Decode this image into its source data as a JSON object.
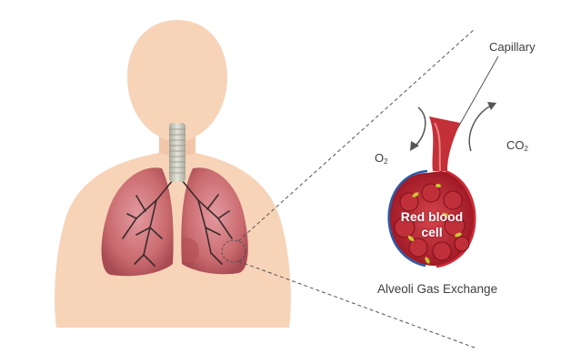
{
  "labels": {
    "capillary": "Capillary",
    "oxygen": "O",
    "oxygen_sub": "2",
    "carbon_dioxide": "CO",
    "carbon_dioxide_sub": "2",
    "red_blood_cell_line1": "Red blood",
    "red_blood_cell_line2": "cell",
    "caption": "Alveoli Gas Exchange"
  },
  "colors": {
    "skin": "#f7d3b8",
    "lung": "#c96a6e",
    "trachea": "#c9c9bd",
    "blood": "#b8202e",
    "vein": "#2d5aa8"
  }
}
